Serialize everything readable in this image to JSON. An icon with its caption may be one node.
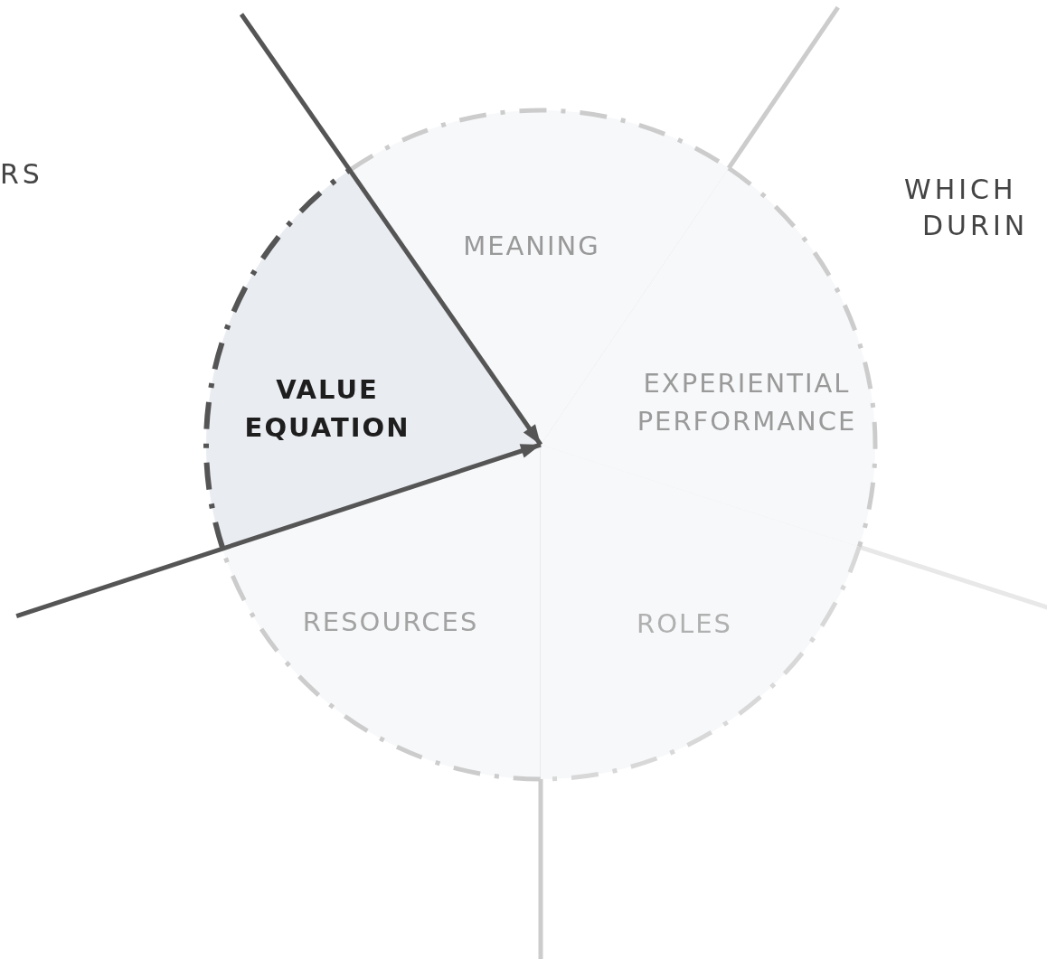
{
  "diagram": {
    "nodes": [
      {
        "text": [
          "VALUE EQUATION"
        ]
      },
      {
        "text": [
          "MEANING"
        ]
      },
      {
        "text": [
          "EXPERIENTIAL PERFORMANCE"
        ]
      },
      {
        "text": [
          "ROLES"
        ]
      },
      {
        "text": [
          "RESOURCES"
        ]
      }
    ],
    "labels": [
      "RS",
      "WHICH",
      "DURIN"
    ]
  }
}
